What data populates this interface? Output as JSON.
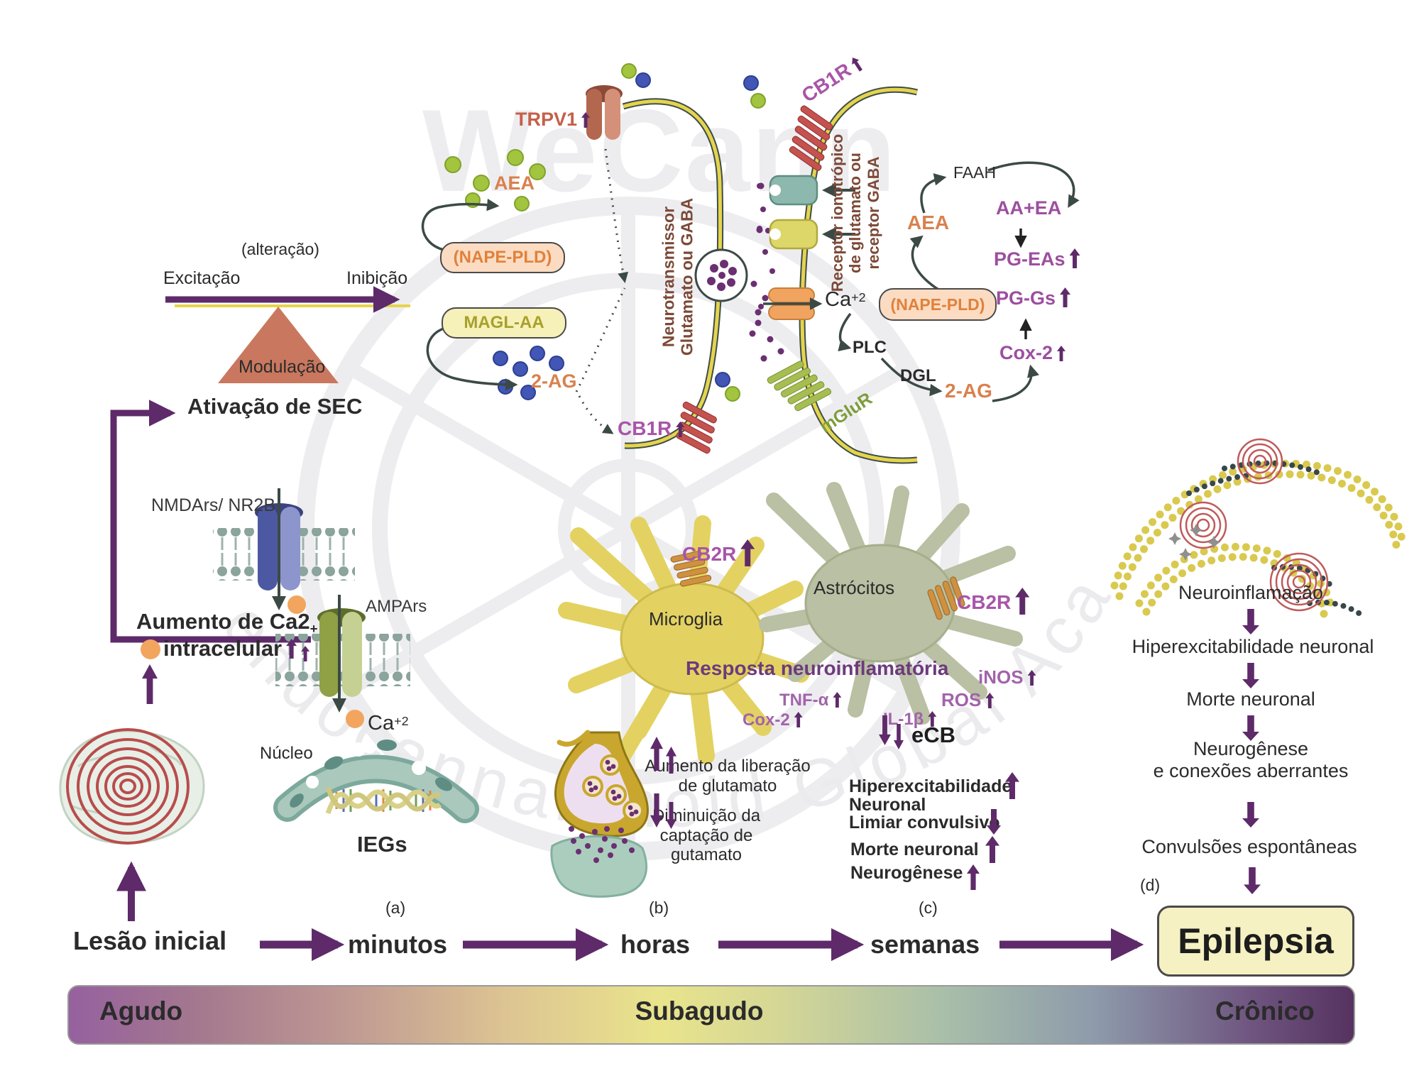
{
  "watermark": {
    "brand": "WeCann",
    "arc_text": "endocannabinoid Global Academy"
  },
  "modulation_block": {
    "alteration": "(alteração)",
    "excitation": "Excitação",
    "inhibition": "Inibição",
    "triangle_label": "Modulação",
    "sec_activation": "Ativação de SEC"
  },
  "presynaptic": {
    "trpv1": "TRPV1",
    "aea": "AEA",
    "nape_pld": "(NAPE-PLD)",
    "magl_aa": "MAGL-AA",
    "two_ag": "2-AG",
    "cb1r": "CB1R",
    "neurotransmitter_line1": "Neurotransmissor",
    "neurotransmitter_line2": "Glutamato ou GABA"
  },
  "postsynaptic": {
    "cb1r": "CB1R",
    "ionotropic_line1": "Receptor ionotrópico",
    "ionotropic_line2": "de glutamato ou",
    "ionotropic_line3": "receptor GABA",
    "ca": "Ca",
    "ca_sup": "+2",
    "plc": "PLC",
    "dgl": "DGL",
    "two_ag": "2-AG",
    "mglur": "mGluR",
    "aea": "AEA",
    "nape_pld": "(NAPE-PLD)",
    "faah": "FAAH",
    "aa_ea": "AA+EA",
    "pg_eas": "PG-EAs",
    "pg_gs": "PG-Gs",
    "cox2": "Cox-2"
  },
  "neuron": {
    "nmda": "NMDArs/ NR2B",
    "ampa": "AMPArs",
    "ca_increase_line1": "Aumento de Ca2",
    "ca_increase_sub": "+",
    "ca_increase_line2": "intracelular",
    "ca": "Ca",
    "ca_sup": "+2",
    "nucleus": "Núcleo",
    "iegs": "IEGs"
  },
  "glia": {
    "microglia": "Microglia",
    "cb2r": "CB2R",
    "astrocytes": "Astrócitos",
    "cb2r_astro": "CB2R",
    "response": "Resposta neuroinflamatória",
    "tnf": "TNF-α",
    "cox2": "Cox-2",
    "il1b": "IL-1β",
    "ros": "ROS",
    "inos": "iNOS",
    "ecb": "eCB",
    "glut_release_line1": "Aumento da liberação",
    "glut_release_line2": "de glutamato",
    "glut_uptake_line1": "Diminuição da",
    "glut_uptake_line2": "captação de",
    "glut_uptake_line3": "gutamato"
  },
  "week_effects": {
    "hyper_line1": "Hiperexcitabilidade",
    "hyper_line2": "Neuronal",
    "threshold": "Limiar convulsivo",
    "death": "Morte neuronal",
    "neurogenesis": "Neurogênese"
  },
  "chronic_cascade": {
    "neuroinflammation": "Neuroinflamação",
    "hyperexcitability": "Hiperexcitabilidade neuronal",
    "death": "Morte neuronal",
    "neurogenesis_line1": "Neurogênese",
    "neurogenesis_line2": "e conexões aberrantes",
    "seizures": "Convulsões espontâneas"
  },
  "timeline": {
    "lesion": "Lesão inicial",
    "minutes": "minutos",
    "hours": "horas",
    "weeks": "semanas",
    "marker_a": "(a)",
    "marker_b": "(b)",
    "marker_c": "(c)",
    "marker_d": "(d)",
    "outcome": "Epilepsia"
  },
  "phase_bar": {
    "acute": "Agudo",
    "subacute": "Subagudo",
    "chronic": "Crônico"
  },
  "colors": {
    "arrow_purple": "#5e2a69",
    "label_purple": "#9c4f9f",
    "cytokine_purple": "#a263ab",
    "brown": "#7c4937",
    "orange": "#d9814e",
    "olive": "#a9a02c",
    "mglur_green": "#7f9c3c",
    "bar_start": "#96619f",
    "bar_mid": "#e9e48c",
    "bar_end": "#56325f",
    "epilepsy_bg": "#f6f1c3"
  }
}
